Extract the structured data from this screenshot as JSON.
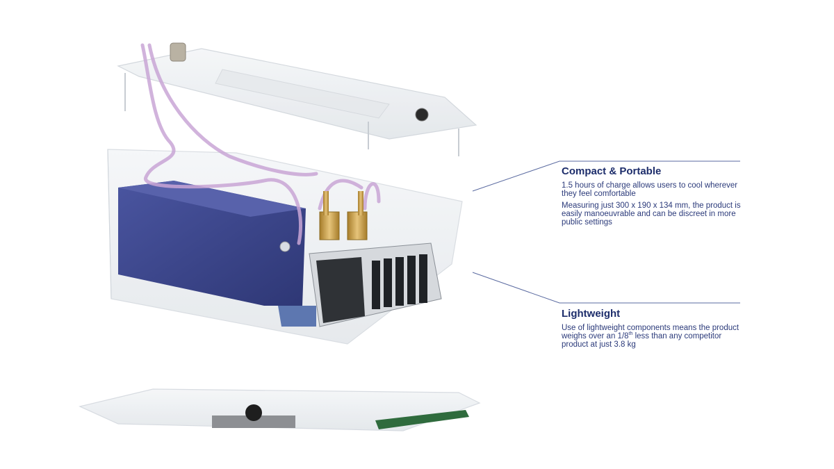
{
  "callouts": {
    "compact": {
      "heading": "Compact & Portable",
      "line1": "1.5 hours of charge allows users to cool wherever they feel comfortable",
      "line2": "Measuring just 300 x 190 x 134 mm, the product is easily manoeuvrable and can be discreet in more public settings"
    },
    "lightweight": {
      "heading": "Lightweight",
      "text_before": "Use of lightweight components means the product weighs over an 1/8",
      "superscript": "th",
      "text_after": " less than any competitor product at just 3.8 kg"
    }
  },
  "colors": {
    "heading": "#1d2d6b",
    "line": "#5a6aa0",
    "battery": "#3b4690",
    "tube": "#c9a6d6",
    "brass": "#c9a14a"
  },
  "illustration": {
    "subject": "exploded-view-transparent-cooling-device",
    "parts": [
      "top-lid",
      "main-housing",
      "battery-pack",
      "fan-heatsink-module",
      "brass-connectors",
      "silicone-tubing",
      "base-plate-with-pcb"
    ]
  }
}
